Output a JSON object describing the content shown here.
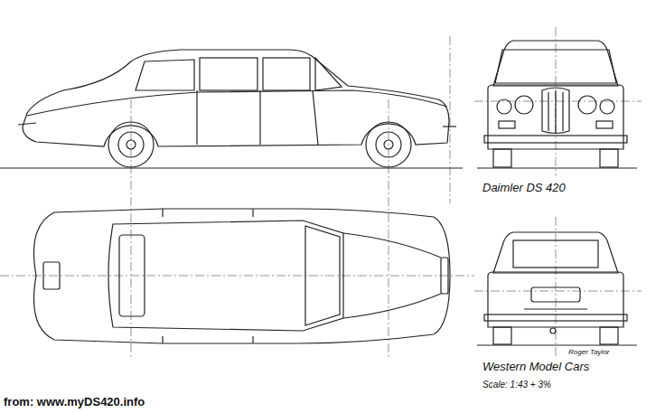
{
  "diagram": {
    "title": "Daimler DS 420",
    "labels": [
      "Western Model Cars",
      "Scale: 1:43 + 3%",
      "Roger Taylor",
      "from: www.myDS420.info"
    ]
  }
}
